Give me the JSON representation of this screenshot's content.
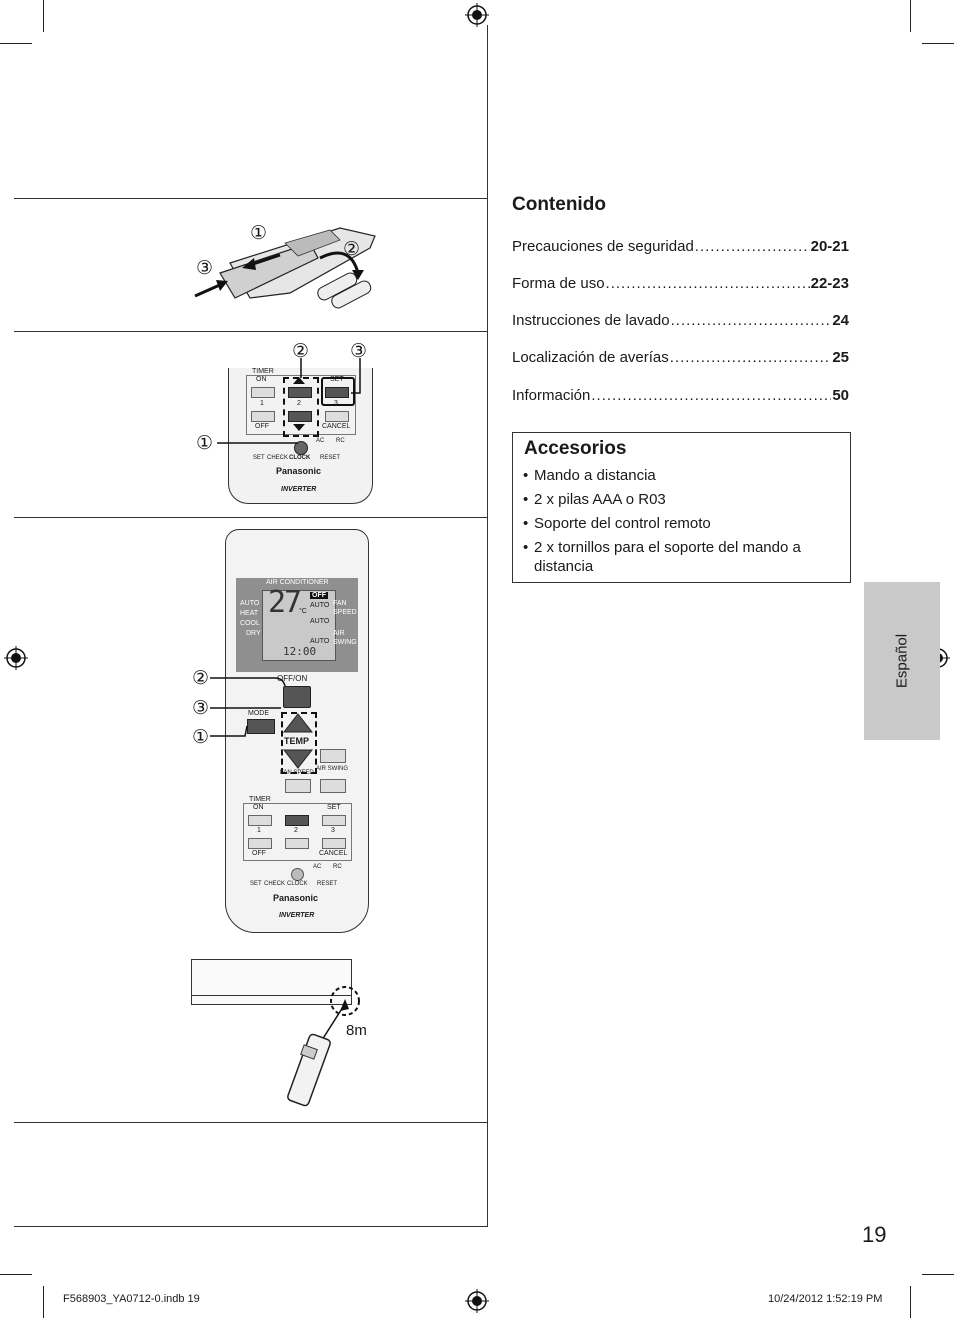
{
  "contents": {
    "title": "Contenido",
    "items": [
      {
        "label": "Precauciones de seguridad",
        "page": "20-21"
      },
      {
        "label": "Forma de uso ",
        "page": "22-23"
      },
      {
        "label": "Instrucciones de lavado",
        "page": "24"
      },
      {
        "label": "Localización de averías",
        "page": "25"
      },
      {
        "label": "Información",
        "page": "50"
      }
    ]
  },
  "accessories": {
    "title": "Accesorios",
    "items": [
      "Mando a distancia",
      "2 x pilas AAA o R03",
      "Soporte del control remoto",
      "2 x tornillos para el soporte del mando a distancia"
    ]
  },
  "side_tab": {
    "label": "Español"
  },
  "page_number": "19",
  "footer": {
    "left": "F568903_YA0712-0.indb   19",
    "right": "10/24/2012   1:52:19 PM"
  },
  "figure_battery": {
    "callouts": [
      "①",
      "②",
      "③"
    ]
  },
  "figure_clock": {
    "callouts": [
      "②",
      "③",
      "①"
    ],
    "labels": {
      "timer": "TIMER",
      "on": "ON",
      "off": "OFF",
      "set": "SET",
      "cancel": "CANCEL",
      "n1": "1",
      "n2": "2",
      "n3": "3",
      "ac": "AC",
      "rc": "RC",
      "set_small": "SET",
      "check": "CHECK",
      "clock": "CLOCK",
      "reset": "RESET",
      "brand": "Panasonic",
      "inverter": "INVERTER"
    }
  },
  "figure_remote": {
    "callouts": [
      "②",
      "③",
      "①"
    ],
    "display": {
      "header": "AIR CONDITIONER",
      "temp": "27",
      "unit": "°C",
      "off": "OFF",
      "modes": [
        "AUTO",
        "HEAT",
        "COOL",
        "DRY"
      ],
      "auto1": "AUTO",
      "auto2": "AUTO",
      "auto3": "AUTO",
      "fan": "FAN",
      "speed": "SPEED",
      "air": "AIR",
      "swing": "SWING",
      "clock": "12:00"
    },
    "labels": {
      "offon": "OFF/ON",
      "mode": "MODE",
      "temp": "TEMP",
      "fan_speed": "FAN SPEED",
      "air_swing": "AIR SWING",
      "timer": "TIMER",
      "on": "ON",
      "off": "OFF",
      "set": "SET",
      "cancel": "CANCEL",
      "n1": "1",
      "n2": "2",
      "n3": "3",
      "ac": "AC",
      "rc": "RC",
      "set_small": "SET",
      "check": "CHECK",
      "clock": "CLOCK",
      "reset": "RESET",
      "brand": "Panasonic",
      "inverter": "INVERTER"
    }
  },
  "figure_unit": {
    "distance": "8m"
  }
}
